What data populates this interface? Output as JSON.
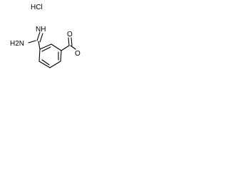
{
  "structure": {
    "labels": {
      "salt": "HCl",
      "imine": "NH",
      "amine": "H2N",
      "carbonyl_oxygen": "O",
      "ester_oxygen": "O"
    },
    "colors": {
      "bond": "#000000",
      "text": "#000000",
      "background": "#ffffff"
    }
  }
}
